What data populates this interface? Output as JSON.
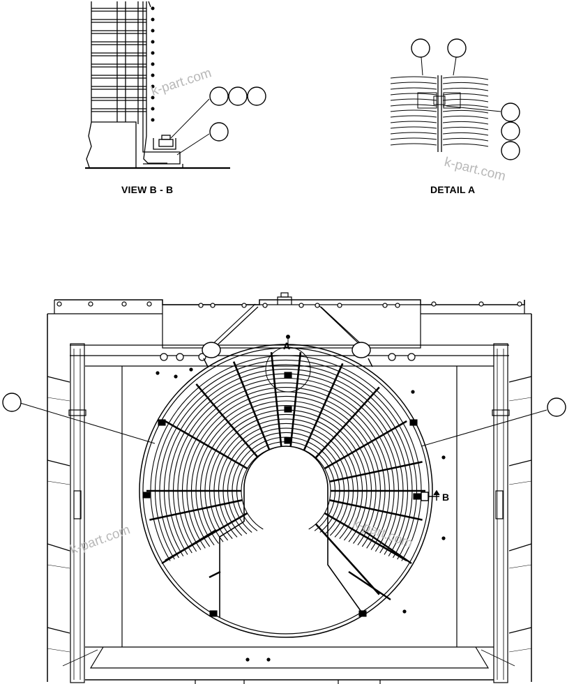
{
  "captions": {
    "view_bb": "VIEW B - B",
    "detail_a": "DETAIL A"
  },
  "section_marks": {
    "a": "A",
    "b": "B"
  },
  "watermark": "k-part.com",
  "colors": {
    "line": "#000000",
    "background": "#ffffff",
    "watermark": "#b8b8b8"
  },
  "icons": [
    "callout-balloon",
    "lifting-eye",
    "bolt-head",
    "section-arrow"
  ]
}
